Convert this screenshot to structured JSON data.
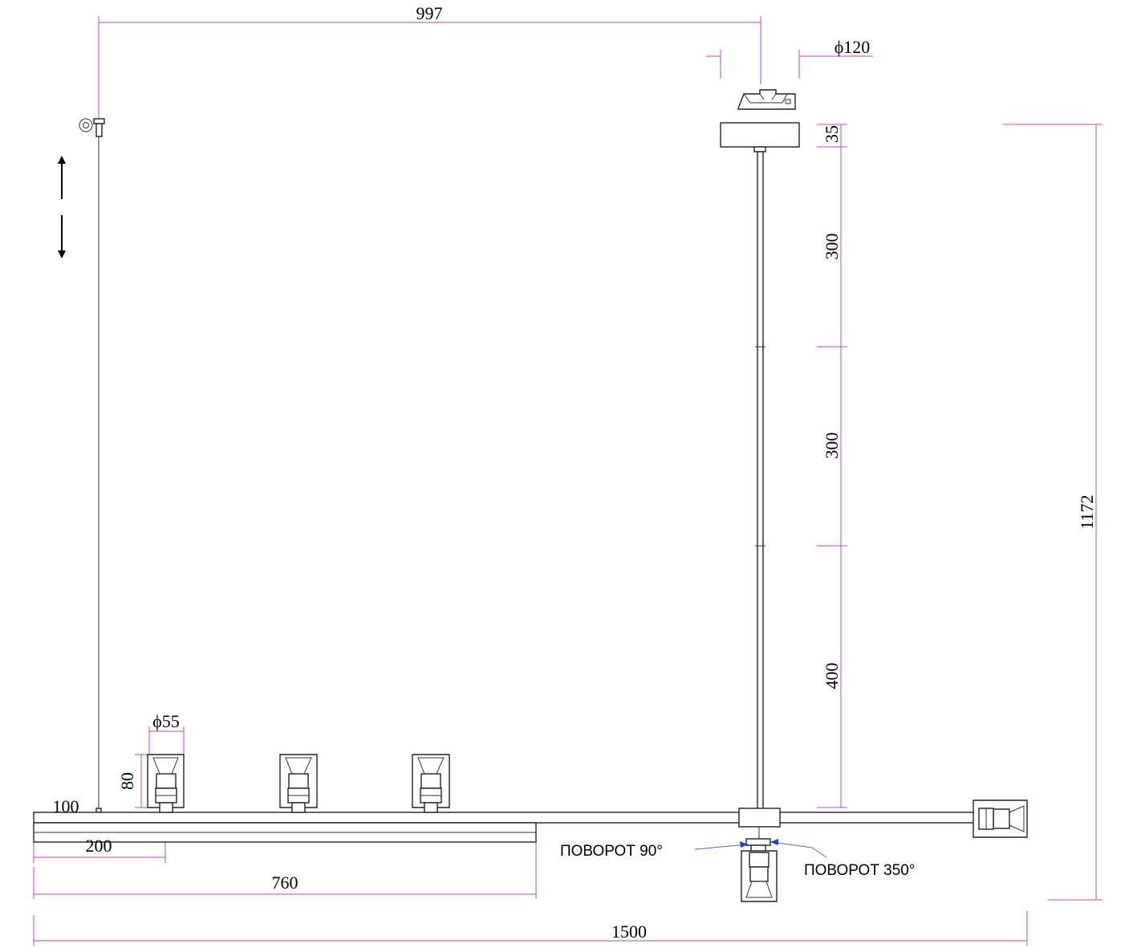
{
  "colors": {
    "dimension_line": "#b04fb8",
    "outline": "#222222",
    "rotation_arrow": "#1f3fd0",
    "background": "#ffffff"
  },
  "dimensions": {
    "cable_to_canopy": "997",
    "canopy_diameter": "ϕ120",
    "canopy_height": "35",
    "rod_segment_1": "300",
    "rod_segment_2": "300",
    "rod_segment_3": "400",
    "overall_height": "1172",
    "shade_diameter": "ϕ55",
    "shade_height": "80",
    "bar_end_offset": "100",
    "first_shade_offset": "200",
    "short_bar_length": "760",
    "overall_width": "1500"
  },
  "notes": {
    "rotation_90": "ПОВОРОТ 90°",
    "rotation_350": "ПОВОРОТ 350°"
  },
  "icons": {
    "adjust_up": "arrow-up-icon",
    "adjust_down": "arrow-down-icon",
    "suspension_hook": "hook-icon"
  }
}
